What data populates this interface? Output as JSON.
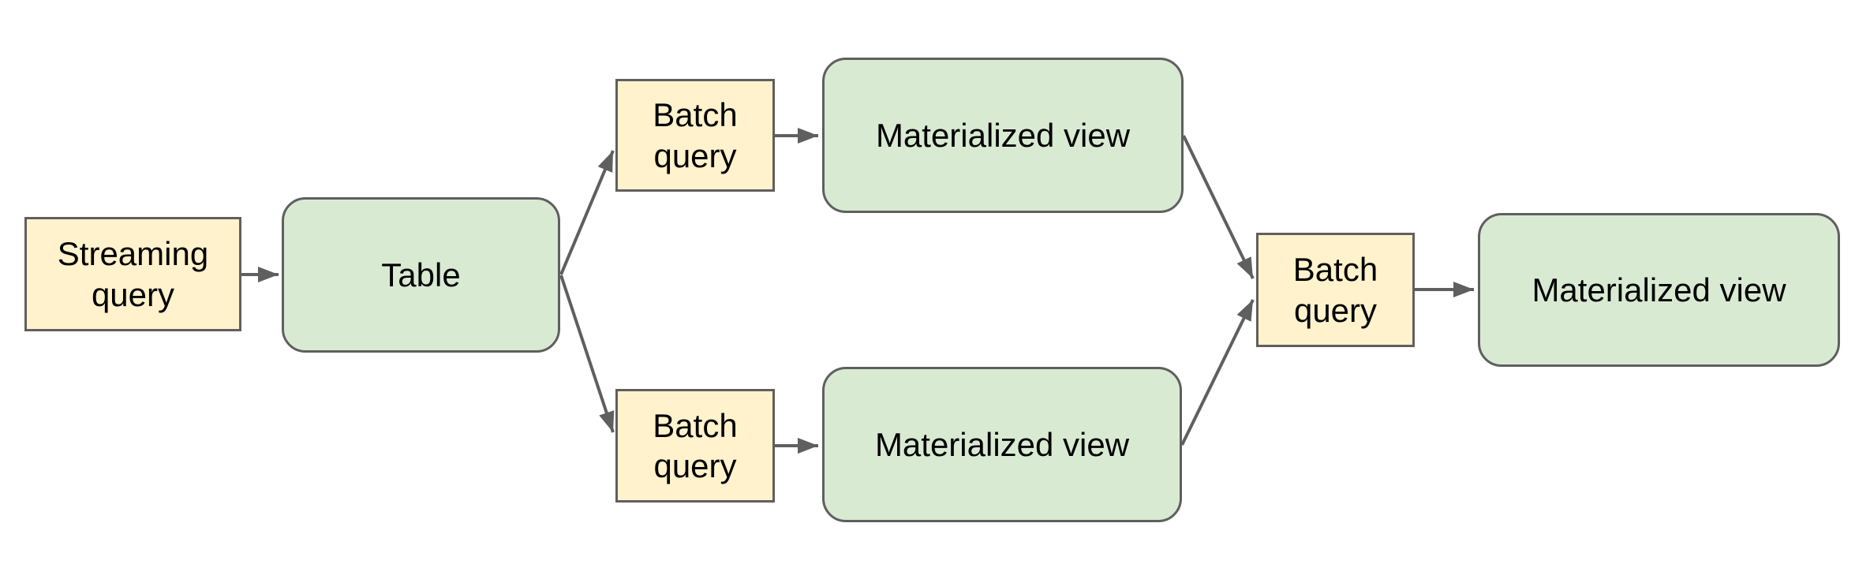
{
  "colors": {
    "background": "#ffffff",
    "query_fill": "#fff2cc",
    "view_fill": "#d9ead3",
    "stroke": "#5f5f5f",
    "arrow": "#5f5f5f",
    "text": "#000000"
  },
  "nodes": {
    "streaming_query": {
      "label": "Streaming\nquery"
    },
    "table": {
      "label": "Table"
    },
    "batch_query_top": {
      "label": "Batch\nquery"
    },
    "materialized_view_top": {
      "label": "Materialized view"
    },
    "batch_query_bottom": {
      "label": "Batch\nquery"
    },
    "materialized_view_bottom": {
      "label": "Materialized view"
    },
    "batch_query_right": {
      "label": "Batch\nquery"
    },
    "materialized_view_right": {
      "label": "Materialized view"
    }
  },
  "edges": [
    {
      "from": "streaming_query",
      "to": "table"
    },
    {
      "from": "table",
      "to": "batch_query_top"
    },
    {
      "from": "table",
      "to": "batch_query_bottom"
    },
    {
      "from": "batch_query_top",
      "to": "materialized_view_top"
    },
    {
      "from": "batch_query_bottom",
      "to": "materialized_view_bottom"
    },
    {
      "from": "materialized_view_top",
      "to": "batch_query_right"
    },
    {
      "from": "materialized_view_bottom",
      "to": "batch_query_right"
    },
    {
      "from": "batch_query_right",
      "to": "materialized_view_right"
    }
  ]
}
